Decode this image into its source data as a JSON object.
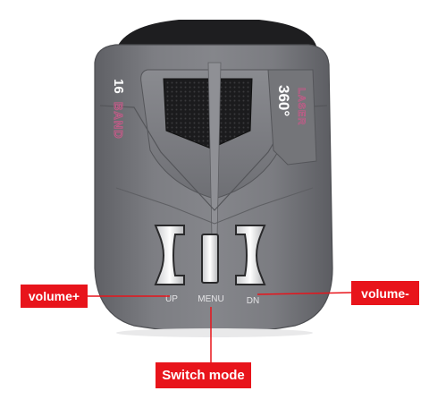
{
  "device": {
    "band_count": "16",
    "band_word": "BAND",
    "coverage_label": "360°",
    "laser_label": "LASER",
    "buttons": {
      "up_label": "UP",
      "menu_label": "MENU",
      "down_label": "DN"
    }
  },
  "callouts": {
    "volume_up": "volume+",
    "volume_down": "volume-",
    "switch_mode": "Switch mode"
  },
  "colors": {
    "callout_red": "#e8141b",
    "body_gray": "#7a7b80",
    "band_text": "#c45a88"
  }
}
